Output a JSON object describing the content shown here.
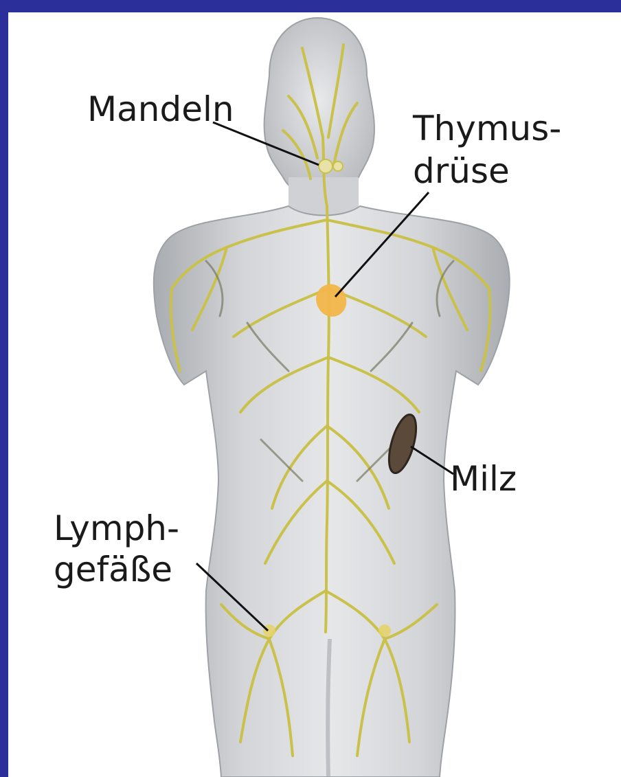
{
  "labels": {
    "mandeln": "Mandeln",
    "thymus_line1": "Thymus-",
    "thymus_line2": "drüse",
    "milz": "Milz",
    "lymph_line1": "Lymph-",
    "lymph_line2": "gefäße"
  },
  "colors": {
    "background": "#2a2f9a",
    "body_fill": "#c9cbce",
    "body_shadow": "#9fa2a6",
    "vessel": "#d8d04a",
    "vessel_dark": "#6b6a52",
    "thymus": "#f2b64a",
    "spleen": "#5b4a3a",
    "leader_line": "#111111"
  },
  "icons": {
    "body": "human-torso-figure",
    "thymus": "thymus-gland",
    "spleen": "spleen-organ",
    "tonsils": "tonsils"
  }
}
